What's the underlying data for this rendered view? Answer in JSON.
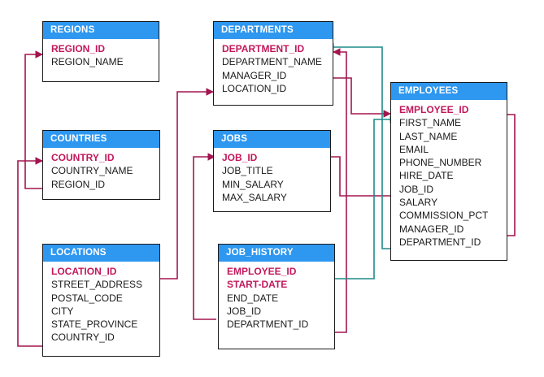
{
  "tables": {
    "regions": {
      "title": "REGIONS",
      "fields": [
        {
          "name": "REGION_ID",
          "key": true
        },
        {
          "name": "REGION_NAME",
          "key": false
        }
      ]
    },
    "countries": {
      "title": "COUNTRIES",
      "fields": [
        {
          "name": "COUNTRY_ID",
          "key": true
        },
        {
          "name": "COUNTRY_NAME",
          "key": false
        },
        {
          "name": "REGION_ID",
          "key": false
        }
      ]
    },
    "locations": {
      "title": "LOCATIONS",
      "fields": [
        {
          "name": "LOCATION_ID",
          "key": true
        },
        {
          "name": "STREET_ADDRESS",
          "key": false
        },
        {
          "name": "POSTAL_CODE",
          "key": false
        },
        {
          "name": "CITY",
          "key": false
        },
        {
          "name": "STATE_PROVINCE",
          "key": false
        },
        {
          "name": "COUNTRY_ID",
          "key": false
        }
      ]
    },
    "departments": {
      "title": "DEPARTMENTS",
      "fields": [
        {
          "name": "DEPARTMENT_ID",
          "key": true
        },
        {
          "name": "DEPARTMENT_NAME",
          "key": false
        },
        {
          "name": "MANAGER_ID",
          "key": false
        },
        {
          "name": "LOCATION_ID",
          "key": false
        }
      ]
    },
    "jobs": {
      "title": "JOBS",
      "fields": [
        {
          "name": "JOB_ID",
          "key": true
        },
        {
          "name": "JOB_TITLE",
          "key": false
        },
        {
          "name": "MIN_SALARY",
          "key": false
        },
        {
          "name": "MAX_SALARY",
          "key": false
        }
      ]
    },
    "job_history": {
      "title": "JOB_HISTORY",
      "fields": [
        {
          "name": "EMPLOYEE_ID",
          "key": true
        },
        {
          "name": "START-DATE",
          "key": true
        },
        {
          "name": "END_DATE",
          "key": false
        },
        {
          "name": "JOB_ID",
          "key": false
        },
        {
          "name": "DEPARTMENT_ID",
          "key": false
        }
      ]
    },
    "employees": {
      "title": "EMPLOYEES",
      "fields": [
        {
          "name": "EMPLOYEE_ID",
          "key": true
        },
        {
          "name": "FIRST_NAME",
          "key": false
        },
        {
          "name": "LAST_NAME",
          "key": false
        },
        {
          "name": "EMAIL",
          "key": false
        },
        {
          "name": "PHONE_NUMBER",
          "key": false
        },
        {
          "name": "HIRE_DATE",
          "key": false
        },
        {
          "name": "JOB_ID",
          "key": false
        },
        {
          "name": "SALARY",
          "key": false
        },
        {
          "name": "COMMISSION_PCT",
          "key": false
        },
        {
          "name": "MANAGER_ID",
          "key": false
        },
        {
          "name": "DEPARTMENT_ID",
          "key": false
        }
      ]
    }
  },
  "colors": {
    "header_fill": "#2e97f0",
    "header_text": "#ffffff",
    "key_text": "#c2185b",
    "field_text": "#1a1a1a",
    "relation_magenta": "#a3154f",
    "relation_teal": "#1f8a8a"
  }
}
